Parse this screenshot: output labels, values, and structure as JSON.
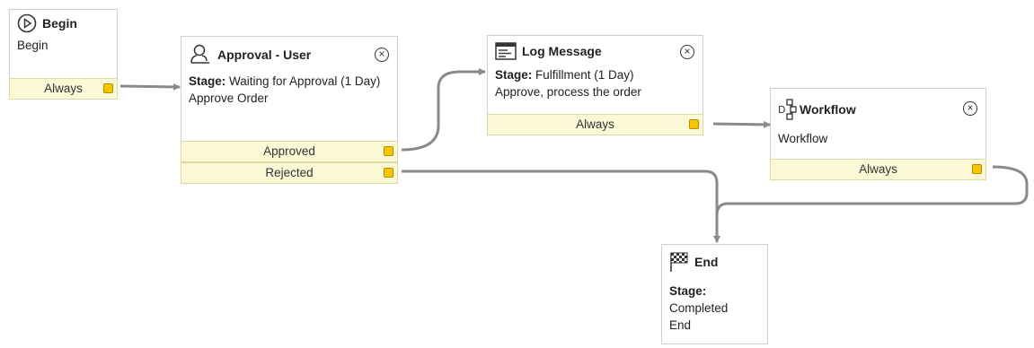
{
  "nodes": {
    "begin": {
      "title": "Begin",
      "line": "Begin",
      "out": "Always"
    },
    "approval": {
      "title": "Approval - User",
      "stage_label": "Stage:",
      "stage_value": "Waiting for Approval (1 Day)",
      "desc": "Approve Order",
      "out_approved": "Approved",
      "out_rejected": "Rejected"
    },
    "log": {
      "title": "Log Message",
      "stage_label": "Stage:",
      "stage_value": "Fulfillment (1 Day)",
      "desc": "Approve, process the order",
      "out": "Always"
    },
    "workflow": {
      "title": "Workflow",
      "desc": "Workflow",
      "out": "Always"
    },
    "end": {
      "title": "End",
      "stage_label": "Stage:",
      "stage_value": "Completed",
      "desc": "End"
    }
  },
  "icons": {
    "begin": "play-icon",
    "approval": "user-icon",
    "log": "log-message-icon",
    "workflow": "workflow-icon",
    "end": "checkered-flag-icon",
    "remove": "remove-icon"
  },
  "colors": {
    "output_bg": "#fbf8d6",
    "port": "#f7c600",
    "connector": "#8a8a8a"
  }
}
